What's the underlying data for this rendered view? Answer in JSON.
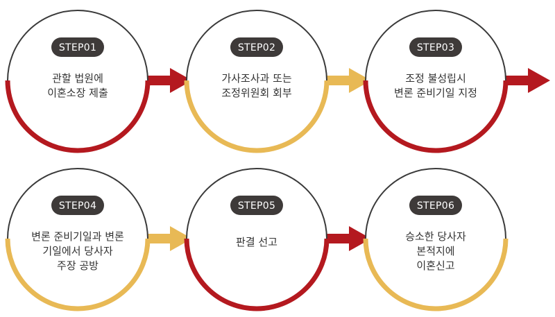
{
  "colors": {
    "red": "#b4191f",
    "gold": "#e8b955",
    "outline": "#3a3a3a",
    "badge": "#3e3a39",
    "text": "#333333"
  },
  "steps": [
    {
      "label": "STEP01",
      "lines": [
        "관할 법원에",
        "이혼소장 제출"
      ],
      "accent": "red"
    },
    {
      "label": "STEP02",
      "lines": [
        "가사조사과 또는",
        "조정위원회 회부"
      ],
      "accent": "gold"
    },
    {
      "label": "STEP03",
      "lines": [
        "조정 불성립시",
        "변론 준비기일 지정"
      ],
      "accent": "red"
    },
    {
      "label": "STEP04",
      "lines": [
        "변론 준비기일과 변론",
        "기일에서 당사자",
        "주장 공방"
      ],
      "accent": "gold"
    },
    {
      "label": "STEP05",
      "lines": [
        "판결 선고"
      ],
      "accent": "red"
    },
    {
      "label": "STEP06",
      "lines": [
        "승소한 당사자",
        "본적지에",
        "이혼신고"
      ],
      "accent": "gold"
    }
  ],
  "arrows": [
    {
      "from": 1,
      "color": "red"
    },
    {
      "from": 2,
      "color": "gold"
    },
    {
      "from": 3,
      "color": "red"
    },
    {
      "from": 4,
      "color": "gold"
    },
    {
      "from": 5,
      "color": "red"
    }
  ]
}
